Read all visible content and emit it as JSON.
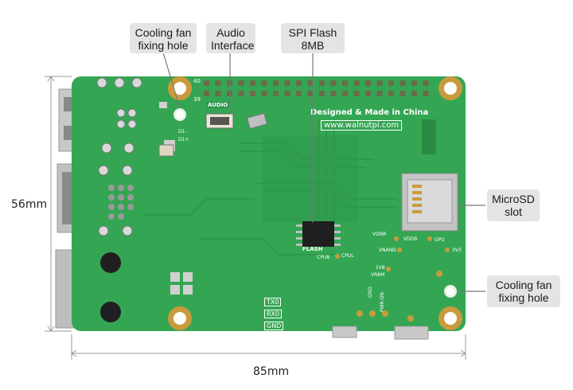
{
  "callouts": {
    "cooling_top": "Cooling fan\nfixing hole",
    "audio": "Audio\nInterface",
    "spi": "SPI Flash\n8MB",
    "microsd": "MicroSD\nslot",
    "cooling_right": "Cooling fan\nfixing hole"
  },
  "dimensions": {
    "height": "56mm",
    "width": "85mm"
  },
  "board": {
    "made_in": "Designed & Made in China",
    "url": "www.walnutpi.com",
    "audio_tag": "AUDIO",
    "flash_tag": "FLASH",
    "pin40": "40",
    "pin39": "39",
    "d1_a": "D1-",
    "d1_b": "D1+",
    "vdnr": "VDNR",
    "vddr": "VDDR",
    "gpu": "GPU",
    "vnand": "VNAND",
    "v3v3": "3V3",
    "cpul": "CPUL",
    "cpub": "CPUB",
    "v1v8": "1V8",
    "vram": "VRAM",
    "tx0": "TX0",
    "rx0": "RX0",
    "gnd": "GND",
    "gnd2": "GND",
    "pwr_on": "PWR-ON"
  },
  "colors": {
    "pcb": "#34a653",
    "pcb_dark": "#2c9248",
    "pad": "#c99a3d",
    "callout_bg": "#e4e4e4"
  }
}
